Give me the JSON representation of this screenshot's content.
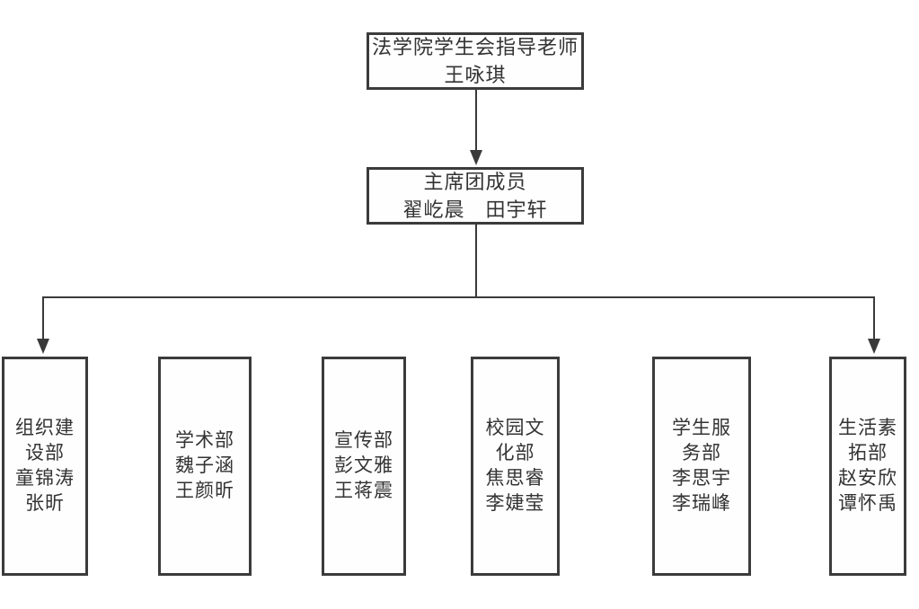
{
  "org_chart": {
    "colors": {
      "line": "#3a3a3a",
      "box_border": "#3b3b3b",
      "text": "#333333",
      "background": "#ffffff"
    },
    "advisor": {
      "title": "法学院学生会指导老师",
      "name": "王咏琪",
      "display": "法学院学生会指导老师\n王咏琪"
    },
    "presidium": {
      "title": "主席团成员",
      "names": [
        "翟屹晨",
        "田宇轩"
      ],
      "display": "主席团成员\n翟屹晨　田宇轩"
    },
    "departments": [
      {
        "name": "组织建设部",
        "members": [
          "童锦涛",
          "张昕"
        ],
        "display": "组织建\n设部\n童锦涛\n张昕"
      },
      {
        "name": "学术部",
        "members": [
          "魏子涵",
          "王颜昕"
        ],
        "display": "学术部\n魏子涵\n王颜昕"
      },
      {
        "name": "宣传部",
        "members": [
          "彭文雅",
          "王蒋震"
        ],
        "display": "宣传部\n彭文雅\n王蒋震"
      },
      {
        "name": "校园文化部",
        "members": [
          "焦思睿",
          "李婕莹"
        ],
        "display": "校园文\n化部\n焦思睿\n李婕莹"
      },
      {
        "name": "学生服务部",
        "members": [
          "李思宇",
          "李瑞峰"
        ],
        "display": "学生服\n务部\n李思宇\n李瑞峰"
      },
      {
        "name": "生活素拓部",
        "members": [
          "赵安欣",
          "谭怀禹"
        ],
        "display": "生活素\n拓部\n赵安欣\n谭怀禹"
      }
    ]
  }
}
